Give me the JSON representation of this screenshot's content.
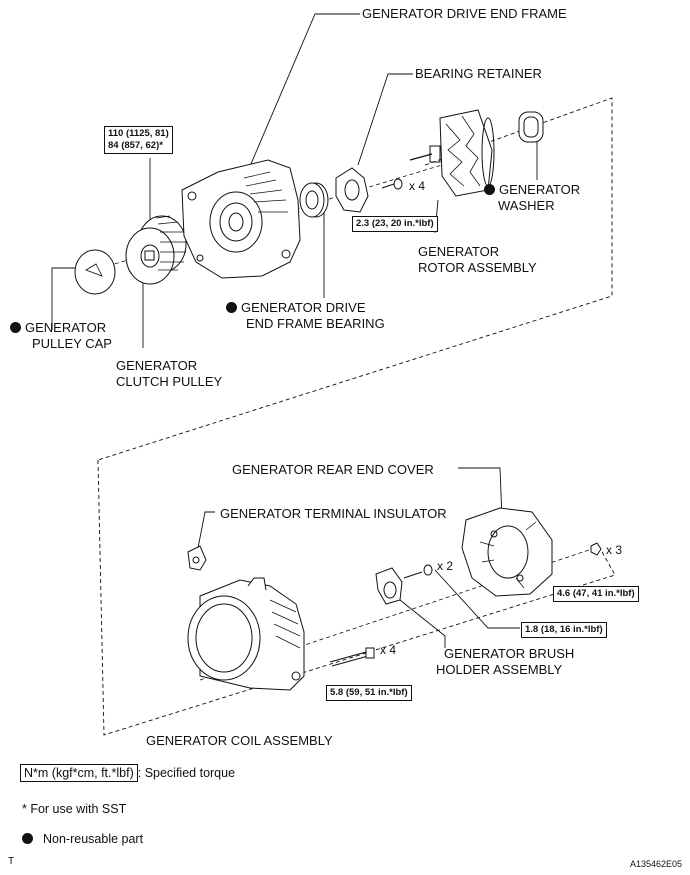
{
  "labels": {
    "drive_end_frame": "GENERATOR DRIVE END FRAME",
    "bearing_retainer": "BEARING RETAINER",
    "washer_line1": "GENERATOR",
    "washer_line2": "WASHER",
    "rotor_line1": "GENERATOR",
    "rotor_line2": "ROTOR ASSEMBLY",
    "bearing_line1": "GENERATOR DRIVE",
    "bearing_line2": "END FRAME BEARING",
    "pulley_cap_line1": "GENERATOR",
    "pulley_cap_line2": "PULLEY CAP",
    "clutch_line1": "GENERATOR",
    "clutch_line2": "CLUTCH PULLEY",
    "rear_cover": "GENERATOR REAR END COVER",
    "terminal_insulator": "GENERATOR TERMINAL INSULATOR",
    "brush_line1": "GENERATOR BRUSH",
    "brush_line2": "HOLDER ASSEMBLY",
    "coil": "GENERATOR COIL ASSEMBLY"
  },
  "torques": {
    "pulley_line1": "110 (1125, 81)",
    "pulley_line2": "84 (857, 62)*",
    "retainer": "2.3 (23, 20 in.*lbf)",
    "rear_nut": "4.6 (47, 41 in.*lbf)",
    "brush": "1.8 (18, 16 in.*lbf)",
    "coil_bolt": "5.8 (59, 51 in.*lbf)"
  },
  "quantities": {
    "retainer_screws": "x 4",
    "rear_nuts": "x 3",
    "brush_screws": "x 2",
    "coil_bolts": "x 4"
  },
  "legend": {
    "unit_box": "N*m (kgf*cm, ft.*lbf)",
    "unit_desc": ": Specified torque",
    "sst_note": "* For use with SST",
    "non_reusable": "Non-reusable part"
  },
  "footer": {
    "left_mark": "T",
    "figure_id": "A135462E05"
  }
}
